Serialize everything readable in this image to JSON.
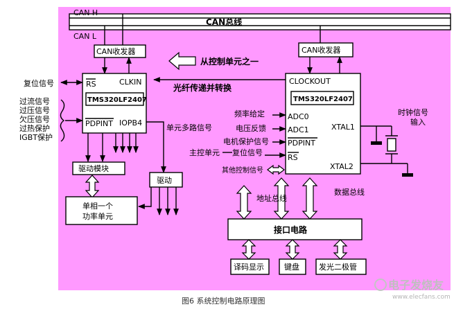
{
  "colors": {
    "panel_background": "#ff99ff",
    "page_background": "#ffffff",
    "line": "#000000"
  },
  "bus": {
    "can_h": "CAN H",
    "can_l": "CAN L",
    "title": "CAN总线"
  },
  "left_mcu": {
    "transceiver": "CAN收发器",
    "chip": "TMS320LF2407",
    "pins": {
      "rs": "RS",
      "clkin": "CLKIN",
      "pdpint": "PDPINT",
      "iopb4": "IOPB4"
    }
  },
  "right_mcu": {
    "transceiver": "CAN收发器",
    "chip": "TMS320LF2407",
    "pins": {
      "clockout": "CLOCKOUT",
      "adc0": "ADC0",
      "adc1": "ADC1",
      "pdpint": "PDPINT",
      "rs": "RS",
      "xtal1": "XTAL1",
      "xtal2": "XTAL2"
    }
  },
  "labels": {
    "reset_signal": "复位信号",
    "fault_signals": [
      "过流信号",
      "过压信号",
      "欠压信号",
      "过热保护",
      "IGBT保护"
    ],
    "from_control_unit": "从控制单元之一",
    "fiber_transfer": "光纤传递并转换",
    "unit_multi_signal": "单元多路信号",
    "freq_setting": "频率给定",
    "voltage_feedback": "电压反馈",
    "motor_protection": "电机保护信号",
    "main_control_unit": "主控单元",
    "reset_signal_2": "复位信号",
    "other_control": "其他控制信号",
    "clock_signal": "时钟信号",
    "clock_input": "输入",
    "address_bus": "地址总线",
    "data_bus": "数据总线"
  },
  "blocks": {
    "drive_module": "驱动模块",
    "drive": "驱动",
    "power_unit_line1": "单相一个",
    "power_unit_line2": "功率单元",
    "interface": "接口电路",
    "decode_display": "译码显示",
    "keyboard": "键盘",
    "led": "发光二极管"
  },
  "caption": "图6  系统控制电路原理图",
  "watermark": {
    "main": "电子发烧友",
    "url": "www.elecfans.com"
  }
}
